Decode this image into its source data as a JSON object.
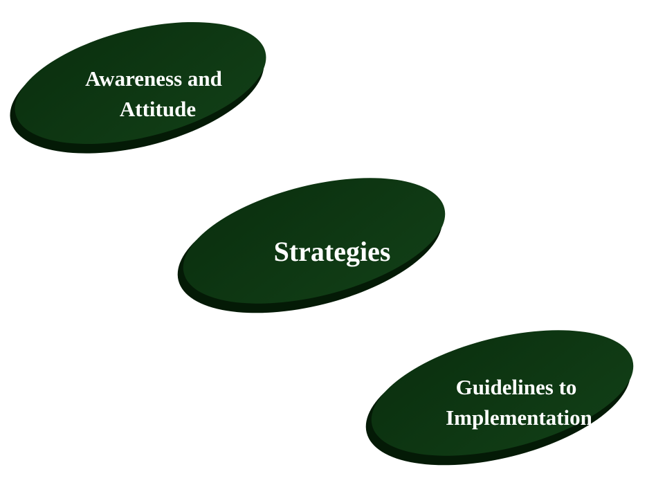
{
  "diagram": {
    "colors": {
      "background": "#ffffff",
      "disc_top": "#0f3a14",
      "disc_side": "#082a0c",
      "disc_shadow": "#041a06",
      "text": "#ffffff"
    },
    "nodes": [
      {
        "id": "awareness",
        "lines": [
          "Awareness and",
          "Attitude"
        ]
      },
      {
        "id": "strategies",
        "lines": [
          "Strategies"
        ]
      },
      {
        "id": "guidelines",
        "lines": [
          "Guidelines to",
          "Implementation"
        ]
      }
    ]
  }
}
